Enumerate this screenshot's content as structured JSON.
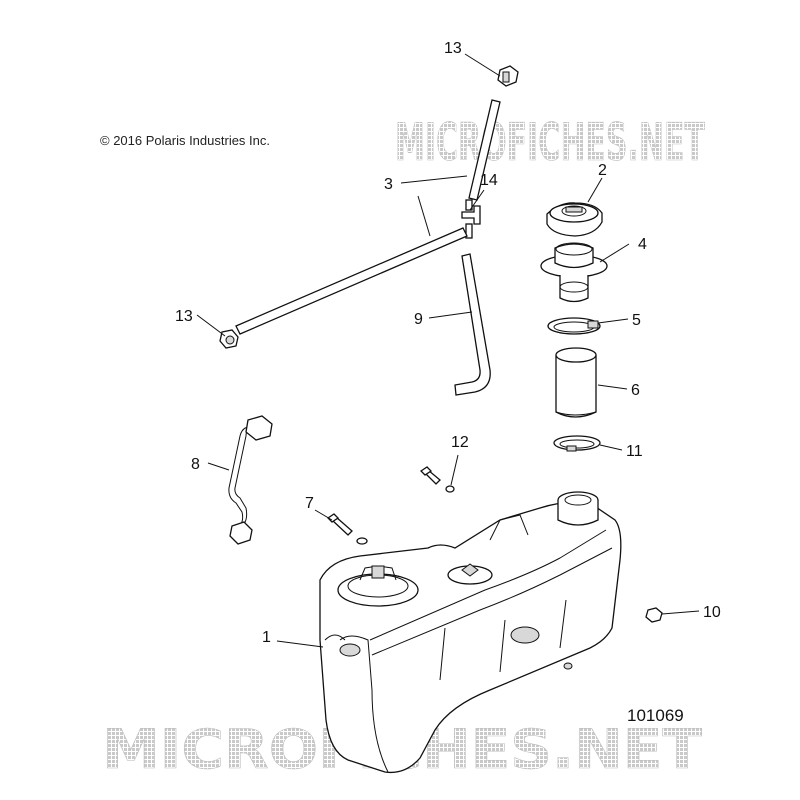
{
  "copyright": "© 2016 Polaris Industries Inc.",
  "watermark": "MICROFICHES.NET",
  "diagram_number": "101069",
  "callouts": [
    "1",
    "2",
    "3",
    "4",
    "5",
    "6",
    "7",
    "8",
    "9",
    "10",
    "11",
    "12",
    "13",
    "13",
    "14"
  ]
}
